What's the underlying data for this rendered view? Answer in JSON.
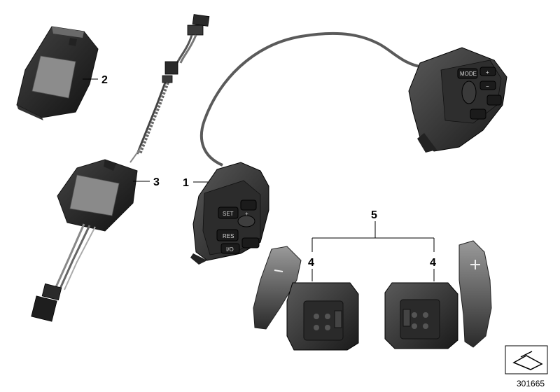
{
  "callouts": {
    "wheel_switch": "1",
    "module": "2",
    "harness": "3",
    "paddle_left": "4",
    "paddle_right": "4",
    "paddles_group": "5"
  },
  "buttons": {
    "mode": "MODE",
    "set": "SET",
    "res": "RES",
    "io": "I/O",
    "plus": "+",
    "minus": "−"
  },
  "reference": {
    "number": "301665"
  }
}
